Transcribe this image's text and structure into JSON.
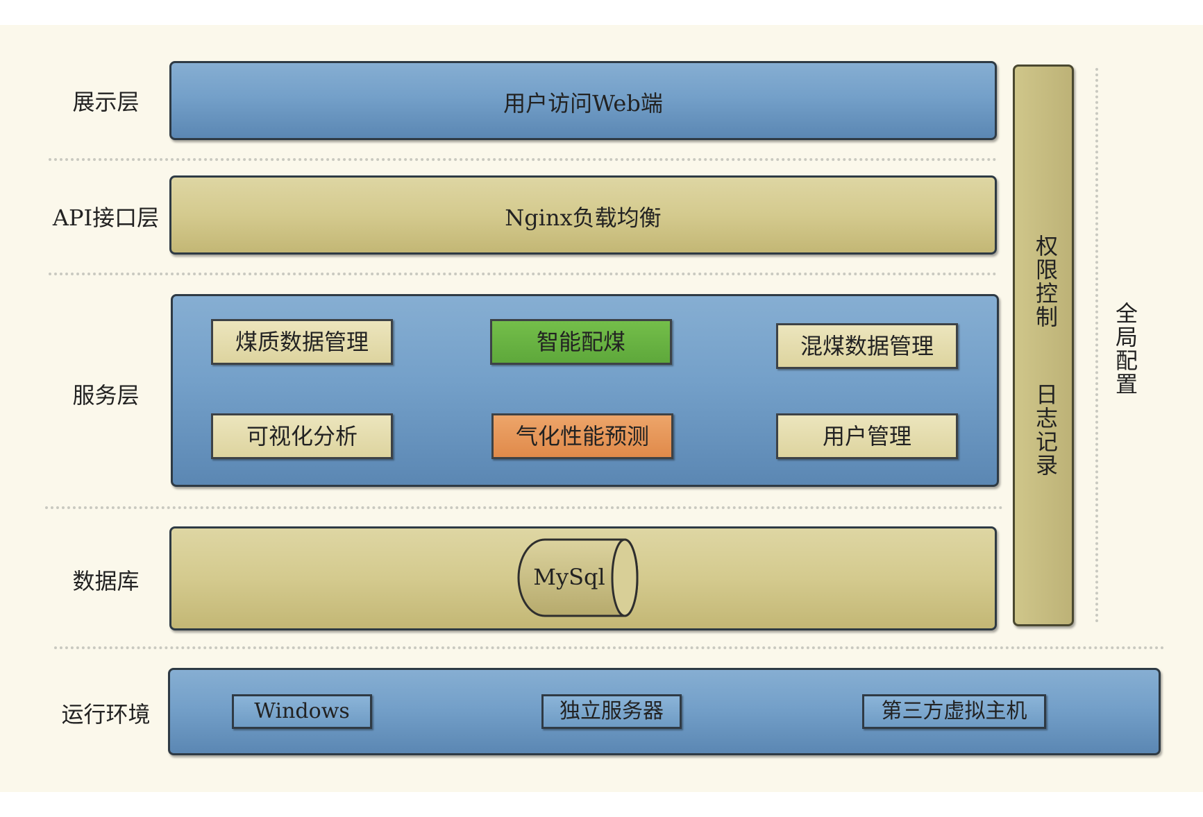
{
  "layers": {
    "presentation": {
      "label": "展示层",
      "box": "用户访问Web端"
    },
    "api": {
      "label": "API接口层",
      "box": "Nginx负载均衡"
    },
    "service": {
      "label": "服务层",
      "modules": [
        "煤质数据管理",
        "智能配煤",
        "混煤数据管理",
        "可视化分析",
        "气化性能预测",
        "用户管理"
      ]
    },
    "database": {
      "label": "数据库",
      "cylinder": "MySql"
    },
    "runtime": {
      "label": "运行环境",
      "items": [
        "Windows",
        "独立服务器",
        "第三方虚拟主机"
      ]
    }
  },
  "side": {
    "bar_top": "权限控制",
    "bar_bottom": "日志记录",
    "global": "全局配置"
  },
  "colors": {
    "blue": "#74a0c9",
    "yellow": "#d4ca8e",
    "green": "#5ea83b",
    "orange": "#e08a4a",
    "background": "#fbf8eb"
  }
}
